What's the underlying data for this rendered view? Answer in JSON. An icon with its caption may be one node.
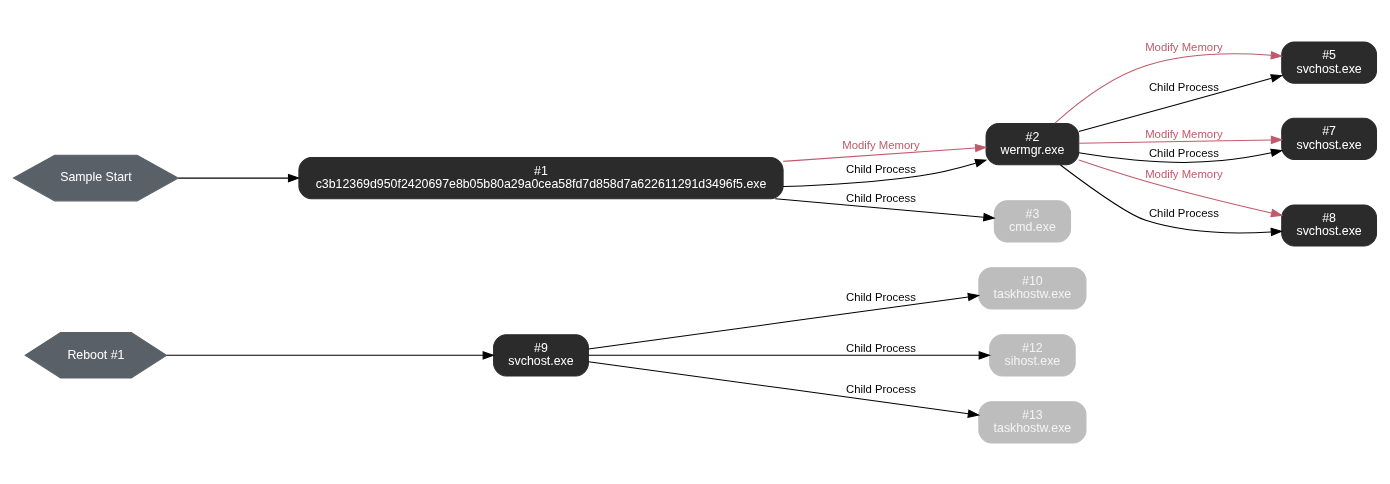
{
  "diagram": {
    "nodes": [
      {
        "text": [
          "Reboot #1"
        ]
      },
      {
        "text": [
          "#9",
          "svchost.exe"
        ]
      },
      {
        "text": [
          "#10",
          "taskhostw.exe"
        ]
      },
      {
        "text": [
          "#12",
          "sihost.exe"
        ]
      },
      {
        "text": [
          "#13",
          "taskhostw.exe"
        ]
      },
      {
        "text": [
          "Sample Start"
        ]
      },
      {
        "text": [
          "#1",
          "c3b12369d950f2420697e8b05b80a29a0cea58fd7d858d7a622611291d3496f5.exe"
        ]
      },
      {
        "text": [
          "#2",
          "wermgr.exe"
        ]
      },
      {
        "text": [
          "#5",
          "svchost.exe"
        ]
      },
      {
        "text": [
          "#7",
          "svchost.exe"
        ]
      },
      {
        "text": [
          "#8",
          "svchost.exe"
        ]
      },
      {
        "text": [
          "#3",
          "cmd.exe"
        ]
      }
    ],
    "edges": [
      {
        "from": 0,
        "to": 1,
        "arrow": "to"
      },
      {
        "from": 1,
        "to": 2,
        "arrow": "to",
        "label": "Child Process"
      },
      {
        "from": 1,
        "to": 3,
        "arrow": "to",
        "label": "Child Process"
      },
      {
        "from": 1,
        "to": 4,
        "arrow": "to",
        "label": "Child Process"
      },
      {
        "from": 5,
        "to": 6,
        "arrow": "to"
      },
      {
        "from": 6,
        "to": 7,
        "arrow": "to",
        "label": "Modify Memory",
        "color": "#c05a6a"
      },
      {
        "from": 6,
        "to": 7,
        "arrow": "to",
        "label": "Child Process"
      },
      {
        "from": 6,
        "to": 11,
        "arrow": "to",
        "label": "Child Process"
      },
      {
        "from": 7,
        "to": 8,
        "arrow": "to",
        "label": "Modify Memory",
        "color": "#c05a6a"
      },
      {
        "from": 7,
        "to": 8,
        "arrow": "to",
        "label": "Child Process"
      },
      {
        "from": 7,
        "to": 9,
        "arrow": "to",
        "label": "Modify Memory",
        "color": "#c05a6a"
      },
      {
        "from": 7,
        "to": 9,
        "arrow": "to",
        "label": "Child Process"
      },
      {
        "from": 7,
        "to": 10,
        "arrow": "to",
        "label": "Modify Memory",
        "color": "#c05a6a"
      },
      {
        "from": 7,
        "to": 10,
        "arrow": "to",
        "label": "Child Process"
      }
    ]
  }
}
